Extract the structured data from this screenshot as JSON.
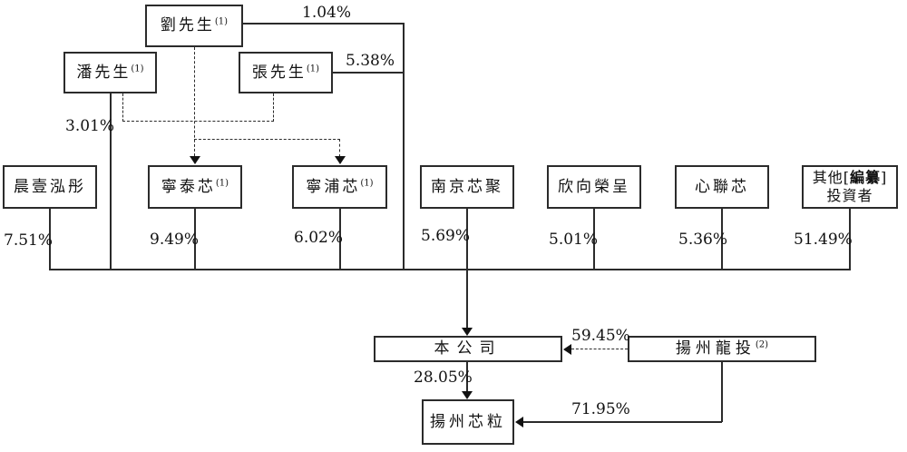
{
  "diagram": {
    "title": "shareholding-structure-chart",
    "nodes": {
      "liu": {
        "label": "劉先生",
        "sup": "(1)"
      },
      "pan": {
        "label": "潘先生",
        "sup": "(1)"
      },
      "zhang": {
        "label": "張先生",
        "sup": "(1)"
      },
      "chenyi": {
        "label": "晨壹泓彤"
      },
      "ningtai": {
        "label": "寧泰芯",
        "sup": "(1)"
      },
      "ningpu": {
        "label": "寧浦芯",
        "sup": "(1)"
      },
      "nanjing": {
        "label": "南京芯聚"
      },
      "xinxiang": {
        "label": "欣向榮呈"
      },
      "xinlian": {
        "label": "心聯芯"
      },
      "other_investors": {
        "line1_prefix": "其他[",
        "line1_redacted": "編纂",
        "line1_suffix": "]",
        "line2": "投資者"
      },
      "company": {
        "label": "本公司"
      },
      "yangzhou_longtou": {
        "label": "揚州龍投",
        "sup": "(2)"
      },
      "yangzhou_xinli": {
        "label": "揚州芯粒"
      }
    },
    "ownership_labels": {
      "liu_to_listco": "1.04%",
      "zhang_to_listco": "5.38%",
      "pan_to_listco": "3.01%",
      "chenyi_to_listco": "7.51%",
      "ningtai_to_listco": "9.49%",
      "ningpu_to_listco": "6.02%",
      "nanjing_to_listco": "5.69%",
      "xinxiang_to_listco": "5.01%",
      "xinlian_to_listco": "5.36%",
      "other_to_listco": "51.49%",
      "longtou_to_company": "59.45%",
      "company_to_xinli": "28.05%",
      "longtou_to_xinli": "71.95%"
    },
    "colors": {
      "line": "#2b2b2b",
      "background": "#ffffff",
      "text": "#111111"
    }
  }
}
